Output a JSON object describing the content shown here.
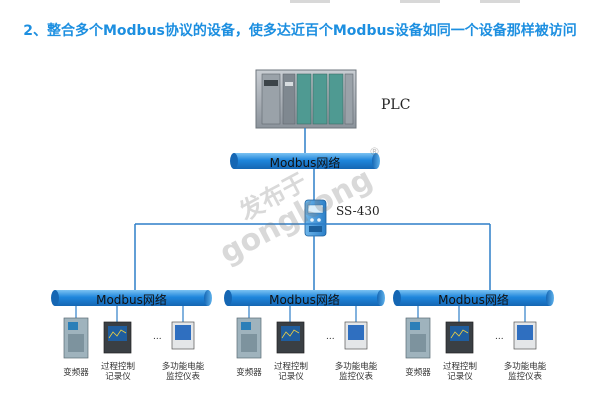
{
  "heading": "2、整合多个Modbus协议的设备，使多达近百个Modbus设备如同一个设备那样被访问",
  "plc_label": "PLC",
  "converter_label": "SS-430",
  "main_bus_label": "Modbus网络",
  "branches": [
    {
      "bus_label": "Modbus网络",
      "devices": [
        {
          "name": "变频器"
        },
        {
          "name": "过程控制\n记录仪"
        },
        {
          "name": "多功能电能\n监控仪表"
        }
      ]
    },
    {
      "bus_label": "Modbus网络",
      "devices": [
        {
          "name": "变频器"
        },
        {
          "name": "过程控制\n记录仪"
        },
        {
          "name": "多功能电能\n监控仪表"
        }
      ]
    },
    {
      "bus_label": "Modbus网络",
      "devices": [
        {
          "name": "变频器"
        },
        {
          "name": "过程控制\n记录仪"
        },
        {
          "name": "多功能电能\n监控仪表"
        }
      ]
    }
  ],
  "ellipsis": "...",
  "watermark": {
    "line1": "发布于",
    "line2": "gongkong",
    "registered": "®"
  },
  "colors": {
    "heading": "#1d8fe0",
    "bus": "#1f7fd6",
    "bus_light": "#7cc3f2",
    "line": "#2e7fc8"
  }
}
